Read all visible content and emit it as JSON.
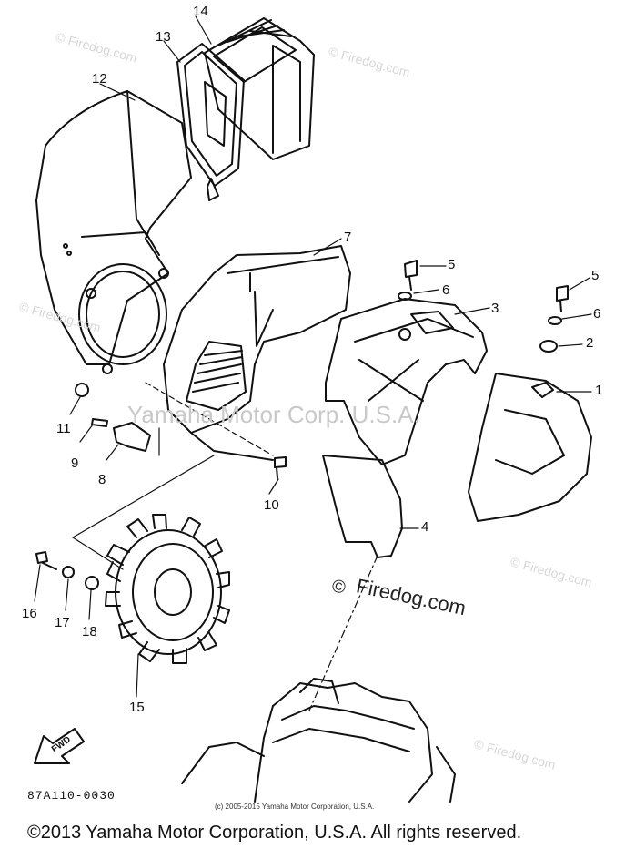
{
  "callouts": [
    {
      "id": "c14",
      "label": "14"
    },
    {
      "id": "c13",
      "label": "13"
    },
    {
      "id": "c12",
      "label": "12"
    },
    {
      "id": "c7",
      "label": "7"
    },
    {
      "id": "c5a",
      "label": "5"
    },
    {
      "id": "c6a",
      "label": "6"
    },
    {
      "id": "c3",
      "label": "3"
    },
    {
      "id": "c5b",
      "label": "5"
    },
    {
      "id": "c6b",
      "label": "6"
    },
    {
      "id": "c2",
      "label": "2"
    },
    {
      "id": "c1",
      "label": "1"
    },
    {
      "id": "c11",
      "label": "11"
    },
    {
      "id": "c9",
      "label": "9"
    },
    {
      "id": "c8",
      "label": "8"
    },
    {
      "id": "c10",
      "label": "10"
    },
    {
      "id": "c4",
      "label": "4"
    },
    {
      "id": "c16",
      "label": "16"
    },
    {
      "id": "c17",
      "label": "17"
    },
    {
      "id": "c18",
      "label": "18"
    },
    {
      "id": "c15",
      "label": "15"
    }
  ],
  "watermarks": {
    "firedog_small": "© Firedog.com",
    "firedog_large_symbol": "©",
    "firedog_large_text": "Firedog.com",
    "yamaha_center": "Yamaha Motor Corp. U.S.A."
  },
  "fwd_label": "FWD",
  "diagram_code": "87A110-0030",
  "small_copyright": "(c) 2005-2015 Yamaha Motor Corporation, U.S.A.",
  "copyright": "©2013 Yamaha Motor Corporation, U.S.A. All rights reserved."
}
